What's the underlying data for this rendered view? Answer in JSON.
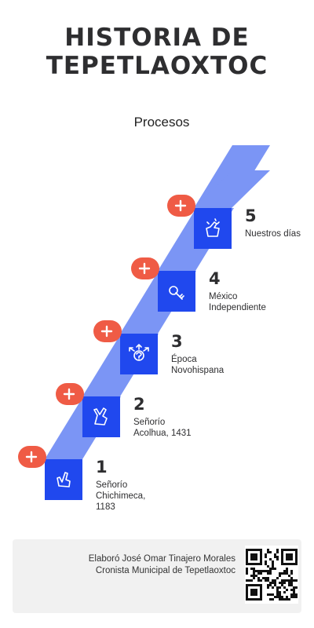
{
  "header": {
    "title_line1": "HISTORIA DE",
    "title_line2": "TEPETLAOXTOC",
    "subtitle": "Procesos"
  },
  "colors": {
    "tread": "#7b95f5",
    "riser": "#2048ee",
    "plus_badge": "#ef5b45",
    "title_text": "#2e2e30"
  },
  "steps": [
    {
      "number": "1",
      "label": "Señorío\nChichimeca,\n1183",
      "icon": "hand-pointing-icon"
    },
    {
      "number": "2",
      "label": "Señorío\nAcolhua, 1431",
      "icon": "peace-hand-icon"
    },
    {
      "number": "3",
      "label": "Época\nNovohispana",
      "icon": "question-arrows-icon"
    },
    {
      "number": "4",
      "label": "México\nIndependiente",
      "icon": "key-icon"
    },
    {
      "number": "5",
      "label": "Nuestros días",
      "icon": "hand-sparkle-icon"
    }
  ],
  "footer": {
    "line1": "Elaboró José Omar Tinajero Morales",
    "line2": "Cronista Municipal de Tepetlaoxtoc",
    "qr_icon": "qr-code-icon"
  }
}
